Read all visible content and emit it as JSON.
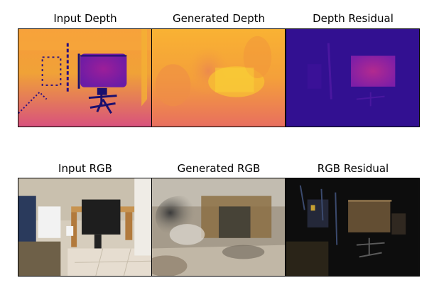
{
  "figure": {
    "top_row": [
      {
        "title": "Input Depth",
        "colormap": "plasma"
      },
      {
        "title": "Generated Depth",
        "colormap": "plasma"
      },
      {
        "title": "Depth Residual",
        "colormap": "plasma"
      }
    ],
    "bottom_row": [
      {
        "title": "Input RGB",
        "kind": "photo"
      },
      {
        "title": "Generated RGB",
        "kind": "photo"
      },
      {
        "title": "RGB Residual",
        "kind": "photo"
      }
    ]
  }
}
